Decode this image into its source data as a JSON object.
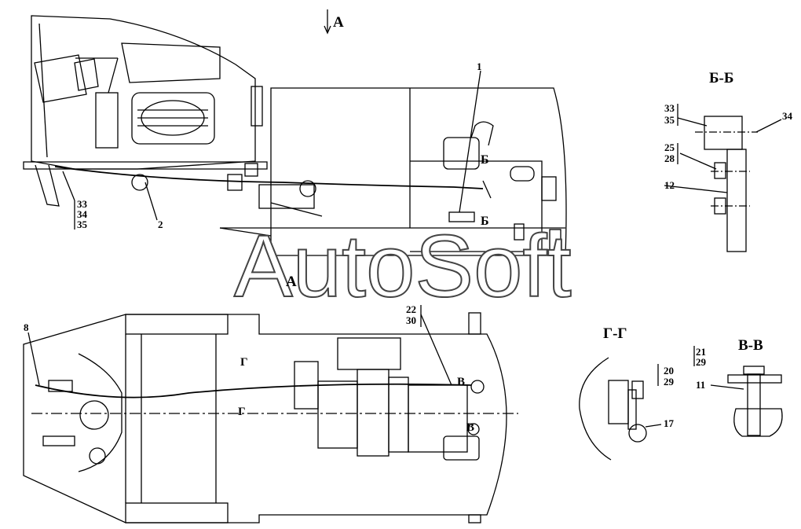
{
  "view_marks": {
    "arrow_a": "А",
    "section_a": "А",
    "b_top": "Б",
    "b_bottom": "Б",
    "g_top": "Г",
    "g_bottom": "Г",
    "v_top": "В",
    "v_bottom": "В"
  },
  "watermark": "AutoSoft",
  "sections": {
    "bb": "Б-Б",
    "gg": "Г-Г",
    "vv": "В-В"
  },
  "callouts": {
    "c1": "1",
    "c2": "2",
    "c8": "8",
    "c33": "33",
    "c34": "34",
    "c35": "35",
    "c22": "22",
    "c30": "30",
    "bb33": "33",
    "bb35": "35",
    "bb34": "34",
    "bb25": "25",
    "bb28": "28",
    "bb12": "12",
    "gg20": "20",
    "gg29": "29",
    "gg17": "17",
    "vv21": "21",
    "vv29": "29",
    "vv11": "11"
  }
}
